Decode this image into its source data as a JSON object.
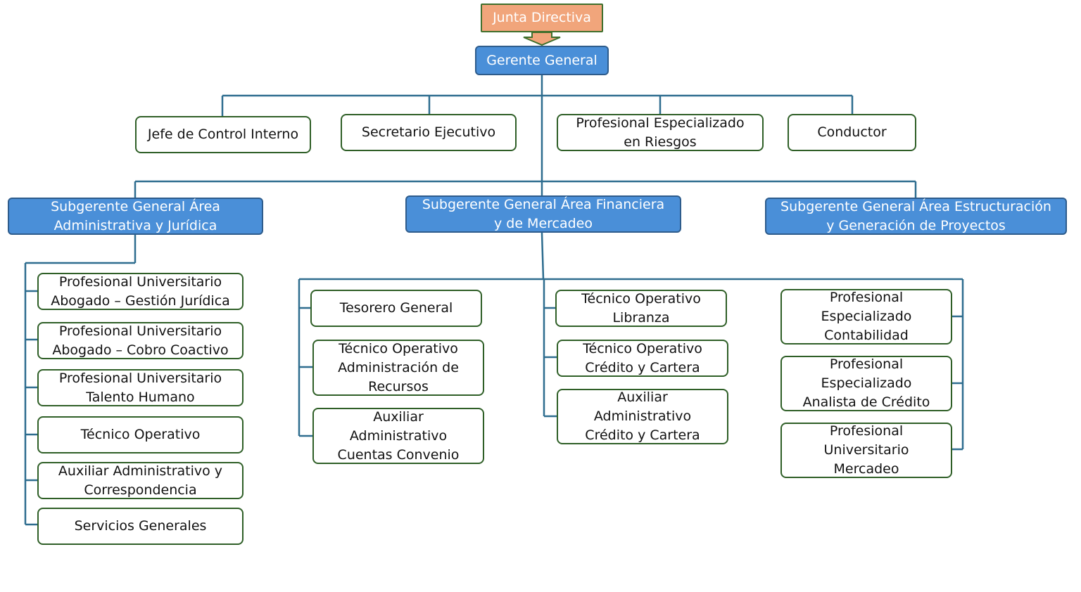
{
  "colors": {
    "connector": "#2e6d8f",
    "box_border": "#2f5f27",
    "header_fill": "#4a8fd8",
    "board_fill": "#f1a57b"
  },
  "board": {
    "label": "Junta Directiva"
  },
  "general_manager": {
    "label": "Gerente General"
  },
  "staff": [
    {
      "label": "Jefe de Control Interno"
    },
    {
      "label": "Secretario Ejecutivo"
    },
    {
      "label": "Profesional Especializado\nen Riesgos"
    },
    {
      "label": "Conductor"
    }
  ],
  "subgerencias": [
    {
      "label": "Subgerente General Área\nAdministrativa y Jurídica",
      "positions": [
        "Profesional Universitario\nAbogado – Gestión Jurídica",
        "Profesional Universitario\nAbogado – Cobro Coactivo",
        "Profesional Universitario\nTalento Humano",
        "Técnico Operativo",
        "Auxiliar Administrativo y\nCorrespondencia",
        "Servicios Generales"
      ]
    },
    {
      "label": "Subgerente General Área Financiera\ny de Mercadeo",
      "positions_left": [
        "Tesorero General",
        "Técnico Operativo\nAdministración de\nRecursos",
        "Auxiliar\nAdministrativo\nCuentas Convenio"
      ],
      "positions_middle": [
        "Técnico Operativo\nLibranza",
        "Técnico Operativo\nCrédito y Cartera",
        "Auxiliar\nAdministrativo\nCrédito y Cartera"
      ],
      "positions_right": [
        "Profesional\nEspecializado\nContabilidad",
        "Profesional\nEspecializado\nAnalista de Crédito",
        "Profesional\nUniversitario\nMercadeo"
      ]
    },
    {
      "label": "Subgerente General Área Estructuración\ny Generación de Proyectos"
    }
  ]
}
